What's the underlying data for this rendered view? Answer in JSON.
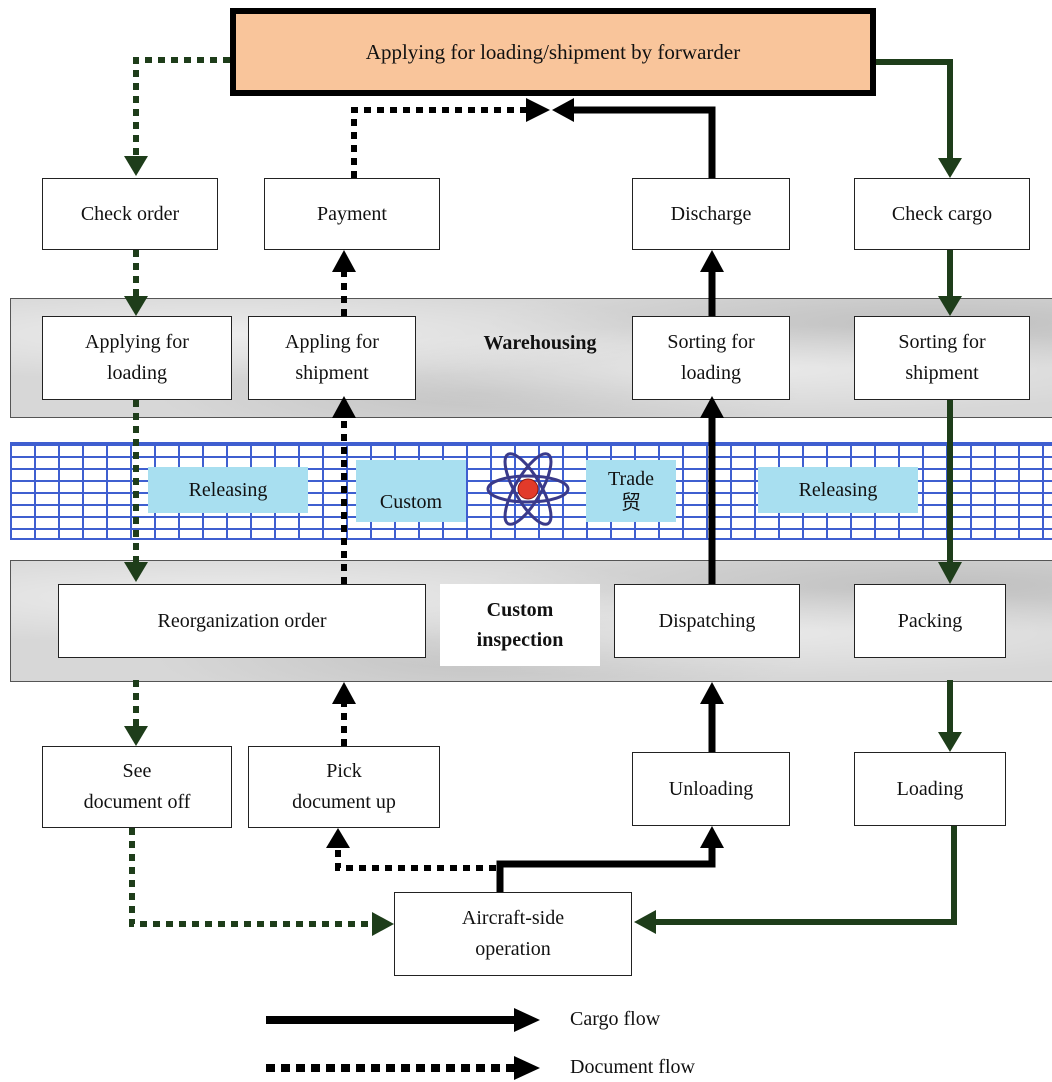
{
  "header": "Applying for loading/shipment by forwarder",
  "boxes": {
    "check_order": "Check order",
    "payment": "Payment",
    "discharge": "Discharge",
    "check_cargo": "Check cargo",
    "applying_loading": "Applying for\nloading",
    "appling_shipment": "Appling for\nshipment",
    "sorting_loading": "Sorting for\nloading",
    "sorting_shipment": "Sorting for\nshipment",
    "reorganization": "Reorganization order",
    "dispatching": "Dispatching",
    "packing": "Packing",
    "see_document": "See\ndocument off",
    "pick_document": "Pick\ndocument up",
    "unloading": "Unloading",
    "loading": "Loading",
    "aircraft": "Aircraft-side\noperation"
  },
  "labels": {
    "warehousing": "Warehousing",
    "custom_inspection": "Custom\ninspection",
    "releasing_left": "Releasing",
    "custom": "Custom",
    "trade": "Trade\n贸",
    "releasing_right": "Releasing"
  },
  "legend": {
    "cargo": "Cargo flow",
    "document": "Document flow"
  },
  "colors": {
    "cargo_black": "#000000",
    "cargo_green": "#1e3d1a",
    "header_fill": "#f9c59b",
    "release_fill": "#a8dff0",
    "brick_blue": "#3f5fd0"
  }
}
